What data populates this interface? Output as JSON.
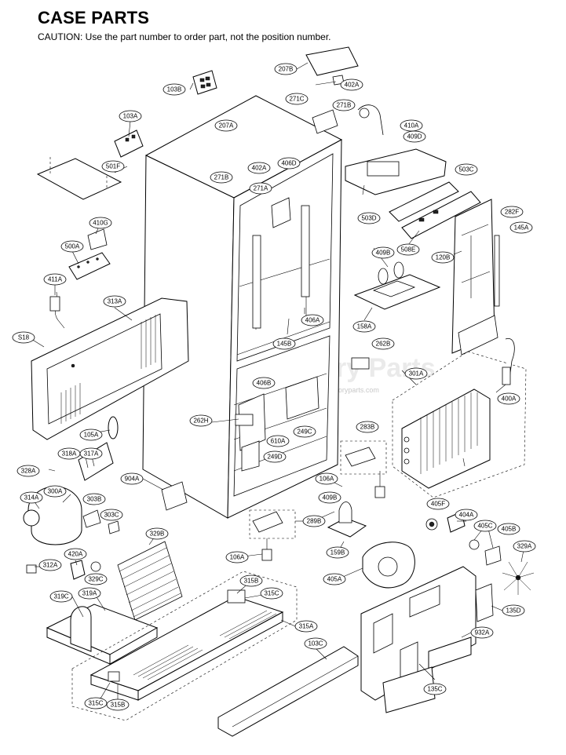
{
  "header": {
    "title": "CASE PARTS",
    "caution": "CAUTION: Use the part number to order part, not the position number."
  },
  "watermark": {
    "main": "Appliance Factory Parts",
    "sub": "© www.appliancefactoryparts.com"
  },
  "callouts": [
    "207B",
    "402A",
    "103B",
    "271C",
    "271B",
    "410A",
    "409D",
    "103A",
    "207A",
    "402A",
    "271B",
    "406D",
    "503C",
    "271A",
    "501F",
    "503D",
    "282F",
    "410G",
    "145A",
    "508E",
    "409B",
    "120B",
    "500A",
    "411A",
    "313A",
    "158A",
    "406A",
    "145B",
    "S18",
    "262B",
    "301A",
    "406B",
    "400A",
    "262H",
    "249C",
    "283B",
    "610A",
    "105A",
    "249D",
    "318A",
    "317A",
    "328A",
    "904A",
    "106A",
    "409B",
    "300A",
    "314A",
    "303B",
    "303C",
    "405F",
    "404A",
    "329B",
    "405C",
    "405B",
    "289B",
    "159B",
    "420A",
    "329A",
    "312A",
    "329C",
    "106A",
    "405A",
    "135D",
    "315B",
    "315C",
    "319C",
    "319A",
    "315A",
    "932A",
    "103C",
    "135C",
    "315C",
    "315B"
  ]
}
